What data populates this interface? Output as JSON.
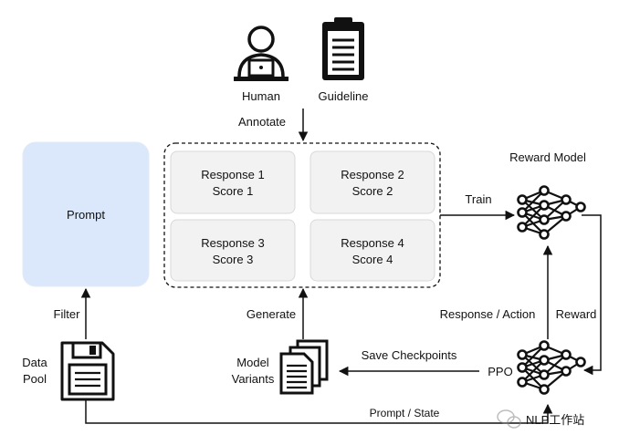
{
  "prompt": {
    "label": "Prompt"
  },
  "human": {
    "label": "Human"
  },
  "guideline": {
    "label": "Guideline"
  },
  "annotate": {
    "label": "Annotate"
  },
  "responses": [
    {
      "line1": "Response 1",
      "line2": "Score 1"
    },
    {
      "line1": "Response 2",
      "line2": "Score 2"
    },
    {
      "line1": "Response 3",
      "line2": "Score 3"
    },
    {
      "line1": "Response 4",
      "line2": "Score 4"
    }
  ],
  "reward_model": {
    "label": "Reward Model"
  },
  "train": {
    "label": "Train"
  },
  "generate": {
    "label": "Generate"
  },
  "filter": {
    "label": "Filter"
  },
  "data_pool": {
    "line1": "Data",
    "line2": "Pool"
  },
  "model_variants": {
    "line1": "Model",
    "line2": "Variants"
  },
  "save_checkpoints": {
    "label": "Save Checkpoints"
  },
  "ppo": {
    "label": "PPO"
  },
  "response_action": {
    "label": "Response / Action"
  },
  "reward": {
    "label": "Reward"
  },
  "prompt_state": {
    "label": "Prompt / State"
  },
  "watermark": {
    "label": "NLP工作站"
  },
  "colors": {
    "prompt_fill": "#dbe8fb",
    "response_fill": "#f2f2f2"
  },
  "icons": [
    "human-laptop-icon",
    "clipboard-icon",
    "neural-network-icon",
    "floppy-disk-icon",
    "documents-stack-icon",
    "wechat-icon"
  ]
}
